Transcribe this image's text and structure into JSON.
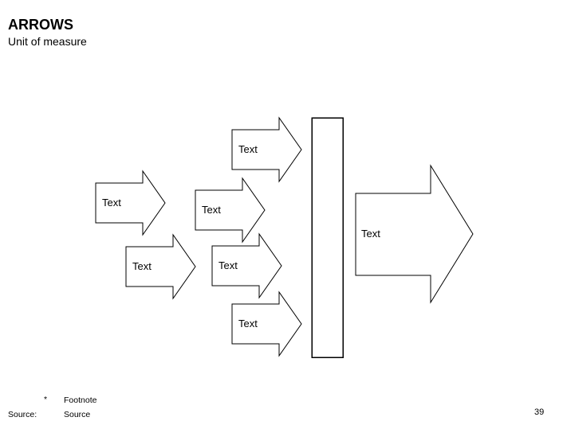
{
  "colors": {
    "background": "#ffffff",
    "stroke": "#000000",
    "text": "#000000"
  },
  "header": {
    "title": "ARROWS",
    "subtitle": "Unit of measure"
  },
  "arrows": [
    {
      "id": "top",
      "label": "Text"
    },
    {
      "id": "upper-left",
      "label": "Text"
    },
    {
      "id": "middle",
      "label": "Text"
    },
    {
      "id": "lower-left",
      "label": "Text"
    },
    {
      "id": "lower-middle",
      "label": "Text"
    },
    {
      "id": "bottom",
      "label": "Text"
    },
    {
      "id": "main-right",
      "label": "Text"
    }
  ],
  "footer": {
    "footnote_marker": "*",
    "footnote": "Footnote",
    "source_label": "Source:",
    "source": "Source",
    "page_number": "39"
  }
}
